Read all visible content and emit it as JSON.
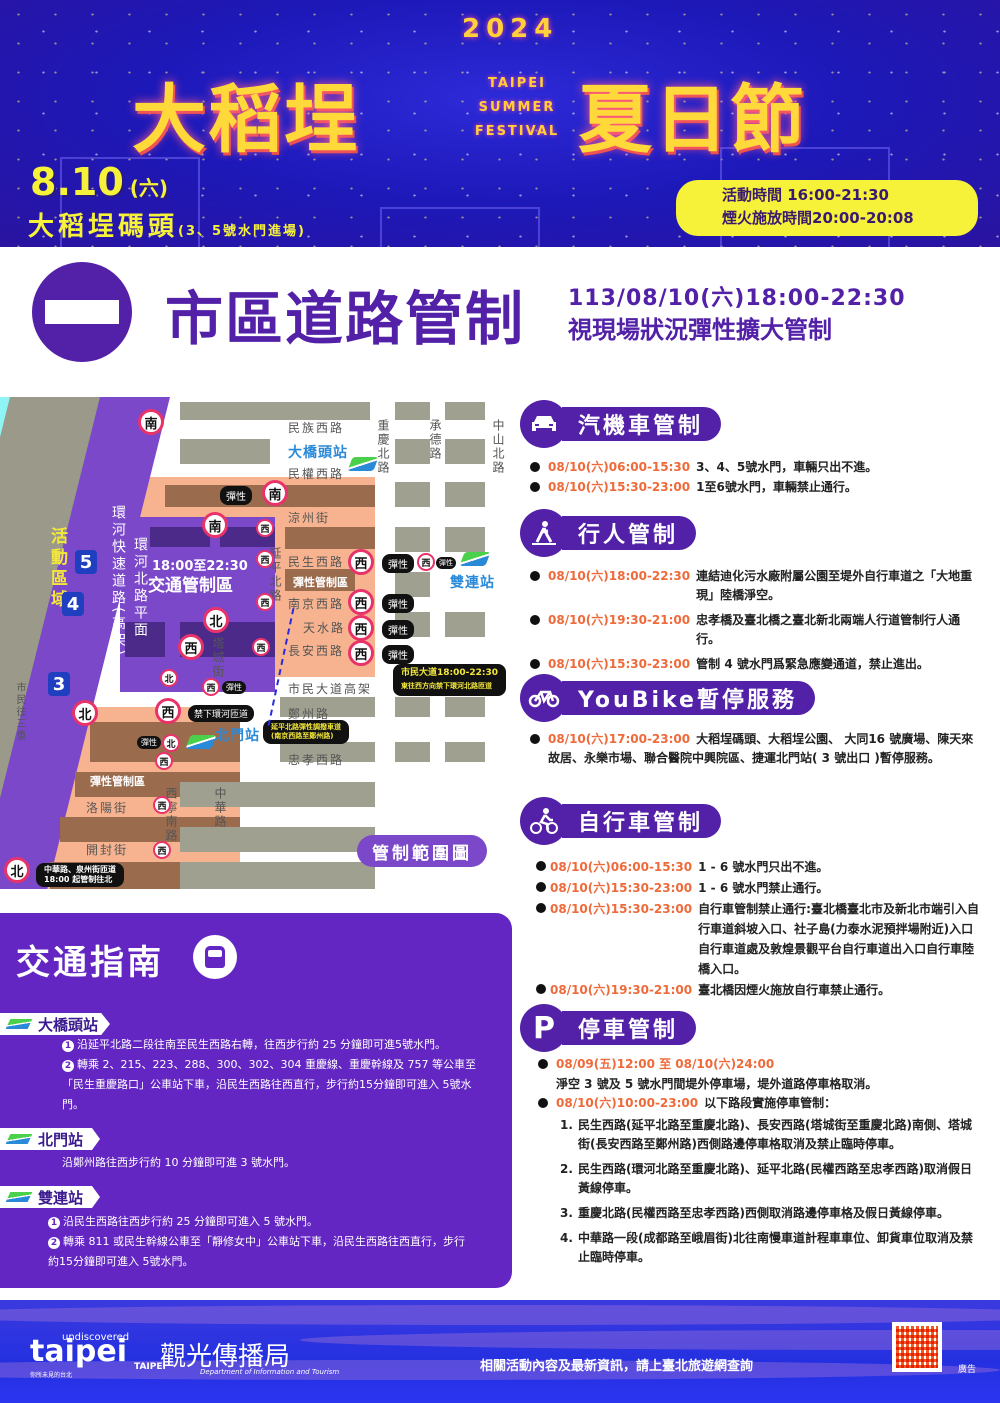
{
  "banner": {
    "year": "2024",
    "title_left": "大稻埕",
    "title_right": "夏日節",
    "title_en": [
      "TAIPEI",
      "SUMMER",
      "FESTIVAL"
    ],
    "date": "8.10",
    "weekday": "(六)",
    "venue": "大稻埕碼頭",
    "venue_note": "(3、5號水門進場)",
    "event_time": "活動時間  16:00-21:30",
    "fireworks_time": "煙火施放時間20:00-20:08"
  },
  "header": {
    "title": "市區道路管制",
    "datetime": "113/08/10(六)18:00-22:30",
    "note": "視現場狀況彈性擴大管制",
    "icon": "no-entry-icon"
  },
  "map": {
    "activity_zone": "活動區域",
    "expressway": "環河快速道路(高架)",
    "ground_road": "環河北路平面",
    "control_zone_time": "18:00至22:30",
    "control_zone_label": "交通管制區",
    "flex_zone_label": "彈性管制區",
    "flex_label": "彈性",
    "gates": [
      "5",
      "4",
      "3"
    ],
    "direction": {
      "south": "南",
      "north": "北",
      "west": "西"
    },
    "roads_h": [
      "民族西路",
      "民權西路",
      "涼州街",
      "民生西路",
      "南京西路",
      "天水路",
      "長安西路",
      "市民大道高架",
      "鄭州路",
      "忠孝西路",
      "洛陽街",
      "開封街"
    ],
    "roads_v": [
      "重慶北路",
      "承德路",
      "中山北路",
      "延平北路",
      "塔城街",
      "西寧南路",
      "中華路"
    ],
    "ramp_road": "市民往三重",
    "stations": {
      "daqiaotou": "大橋頭站",
      "shuanglian": "雙連站",
      "beimen": "北門站"
    },
    "notes": {
      "civic_blvd": "市民大道18:00-22:30",
      "civic_blvd_2": "東往西方向禁下環河北路匝道",
      "no_ramp": "禁下環河匝道",
      "yanping_lane": "延平北路彈性調撥車道",
      "yanping_lane_2": "(南京西路至鄭州路)",
      "zhonghua_ramp": "中華路、泉州街匝道",
      "zhonghua_ramp_2": "18:00 起管制往北"
    },
    "range_button": "管制範圍圖"
  },
  "guide": {
    "title": "交通指南",
    "icon": "train-icon",
    "stations": [
      {
        "name": "大橋頭站",
        "items": [
          "沿延平北路二段往南至民生西路右轉，往西步行約 25 分鐘即可進5號水門。",
          "轉乘 2、215、223、288、300、302、304 重慶線、重慶幹線及 757 等公車至「民生重慶路口」公車站下車，沿民生西路往西直行，步行約15分鐘即可進入 5號水門。"
        ]
      },
      {
        "name": "北門站",
        "items": [
          "沿鄭州路往西步行約 10 分鐘即可進 3 號水門。"
        ]
      },
      {
        "name": "雙連站",
        "items": [
          "沿民生西路往西步行約 25 分鐘即可進入 5 號水門。",
          "轉乘 811 或民生幹線公車至「靜修女中」公車站下車，沿民生西路往西直行，步行約15分鐘即可進入 5號水門。"
        ]
      }
    ]
  },
  "sections": {
    "vehicle": {
      "title": "汽機車管制",
      "icon": "car-icon",
      "items": [
        {
          "time": "08/10(六)06:00-15:30",
          "text": "3、4、5號水門，車輛只出不進。"
        },
        {
          "time": "08/10(六)15:30-23:00",
          "text": "1至6號水門，車輛禁止通行。"
        }
      ]
    },
    "pedestrian": {
      "title": "行人管制",
      "icon": "pedestrian-icon",
      "items": [
        {
          "time": "08/10(六)18:00-22:30",
          "text": "連結迪化污水廠附屬公園至堤外自行車道之「大地重現」陸橋淨空。"
        },
        {
          "time": "08/10(六)19:30-21:00",
          "text": "忠孝橋及臺北橋之臺北新北兩端人行道管制行人通行。"
        },
        {
          "time": "08/10(六)15:30-23:00",
          "text": "管制 4 號水門爲緊急應變通道，禁止進出。"
        }
      ]
    },
    "youbike": {
      "title": "YouBike暫停服務",
      "icon": "bicycle-icon",
      "items": [
        {
          "time": "08/10(六)17:00-23:00",
          "text": "大稻埕碼頭、大稻埕公園、 大同16 號廣場、陳天來故居、永樂市場、聯合醫院中興院區、捷運北門站( 3 號出口 )暫停服務。"
        }
      ]
    },
    "bicycle": {
      "title": "自行車管制",
      "icon": "cyclist-icon",
      "items": [
        {
          "time": "08/10(六)06:00-15:30",
          "text": "1 - 6 號水門只出不進。"
        },
        {
          "time": "08/10(六)15:30-23:00",
          "text": "1 - 6 號水門禁止通行。"
        },
        {
          "time": "08/10(六)15:30-23:00",
          "text": "自行車管制禁止通行:臺北橋臺北市及新北市端引入自行車道斜坡入口、社子島(力泰水泥預拌場附近)入口自行車道處及敦煌景觀平台自行車道出入口自行車陸橋入口。"
        },
        {
          "time": "08/10(六)19:30-21:00",
          "text": "臺北橋因煙火施放自行車禁止通行。"
        }
      ]
    },
    "parking": {
      "title": "停車管制",
      "icon": "parking-icon",
      "icon_letter": "P",
      "items": [
        {
          "time": "08/09(五)12:00  至  08/10(六)24:00",
          "text": "淨空 3 號及 5 號水門間堤外停車場，堤外道路停車格取消。"
        },
        {
          "time": "08/10(六)10:00-23:00",
          "text": "以下路段實施停車管制："
        }
      ],
      "sub_items": [
        {
          "n": "1.",
          "text": "民生西路(延平北路至重慶北路)、長安西路(塔城街至重慶北路)南側、塔城街(長安西路至鄭州路)西側路邊停車格取消及禁止臨時停車。"
        },
        {
          "n": "2.",
          "text": "民生西路(環河北路至重慶北路)、延平北路(民權西路至忠孝西路)取消假日黃線停車。"
        },
        {
          "n": "3.",
          "text": "重慶北路(民權西路至忠孝西路)西側取消路邊停車格及假日黃線停車。"
        },
        {
          "n": "4.",
          "text": "中華路一段(成都路至峨眉街)北往南慢車道計程車車位、卸貨車位取消及禁止臨時停車。"
        }
      ]
    }
  },
  "footer": {
    "brand": "taipei",
    "brand_tag": "undiscovered",
    "brand_sub": "你所未見的台北",
    "dept_zh": "觀光傳播局",
    "dept_en": "Department of Information and Tourism",
    "city": "TAIPEI",
    "note": "相關活動內容及最新資訊，請上臺北旅遊網查詢",
    "ad_label": "廣告"
  },
  "colors": {
    "primary": "#5320a8",
    "guide_bg": "#6326c2",
    "time": "#ef6a3a",
    "banner_yellow": "#f6f23a",
    "circle_red": "#e8336a"
  }
}
